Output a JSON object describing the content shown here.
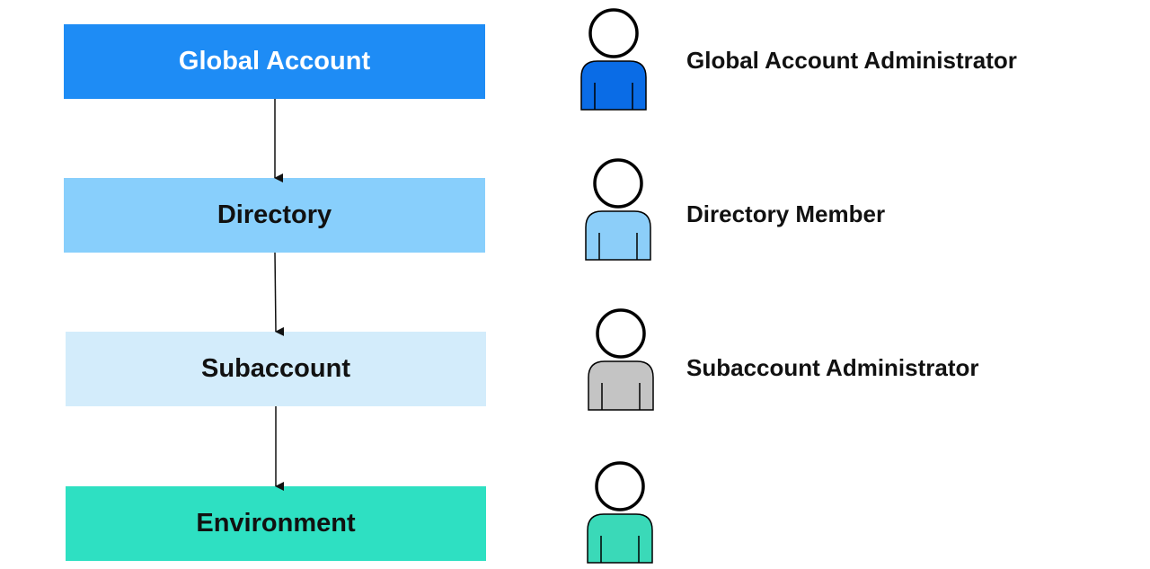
{
  "levels": [
    {
      "label": "Global Account",
      "color": "#1e8cf5",
      "text_color": "#ffffff"
    },
    {
      "label": "Directory",
      "color": "#88cffc",
      "text_color": "#111111"
    },
    {
      "label": "Subaccount",
      "color": "#d3ecfb",
      "text_color": "#111111"
    },
    {
      "label": "Environment",
      "color": "#2ee0c2",
      "text_color": "#111111"
    }
  ],
  "roles": [
    {
      "label": "Global Account Administrator",
      "icon": "user-icon",
      "color": "#0a6ce6"
    },
    {
      "label": "Directory Member",
      "icon": "user-icon",
      "color": "#8ccef9"
    },
    {
      "label": "Subaccount Administrator",
      "icon": "user-icon",
      "color": "#c4c4c4"
    },
    {
      "label": "",
      "icon": "user-icon",
      "color": "#3ad9b8"
    }
  ]
}
